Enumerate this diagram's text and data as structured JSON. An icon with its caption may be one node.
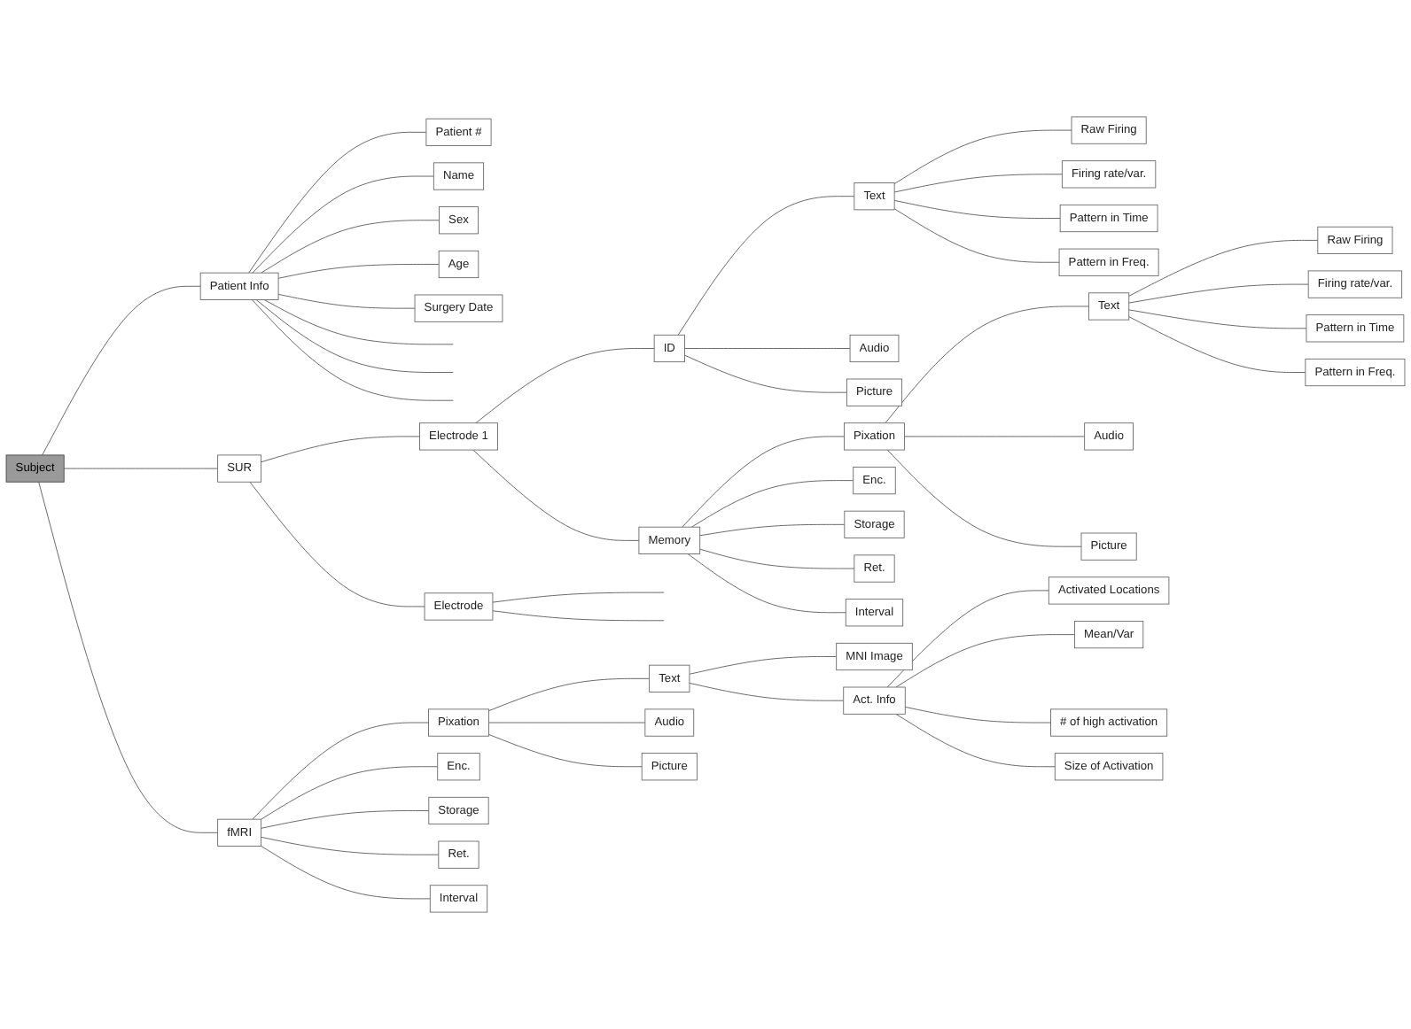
{
  "diagram": {
    "nodes": [
      {
        "text": [
          "Subject"
        ]
      },
      {
        "text": [
          "Patient Info"
        ]
      },
      {
        "text": [
          "SUR"
        ]
      },
      {
        "text": [
          "fMRI"
        ]
      },
      {
        "text": [
          "Patient #"
        ]
      },
      {
        "text": [
          "Name"
        ]
      },
      {
        "text": [
          "Sex"
        ]
      },
      {
        "text": [
          "Age"
        ]
      },
      {
        "text": [
          "Surgery Date"
        ]
      },
      {
        "text": [
          "Electrode 1"
        ]
      },
      {
        "text": [
          "ID"
        ]
      },
      {
        "text": [
          "Text"
        ]
      },
      {
        "text": [
          "Audio"
        ]
      },
      {
        "text": [
          "Picture"
        ]
      },
      {
        "text": [
          "Raw Firing"
        ]
      },
      {
        "text": [
          "Firing rate/var."
        ]
      },
      {
        "text": [
          "Pattern in Time"
        ]
      },
      {
        "text": [
          "Pattern in Freq."
        ]
      },
      {
        "text": [
          "Memory"
        ]
      },
      {
        "text": [
          "Pixation"
        ]
      },
      {
        "text": [
          "Enc."
        ]
      },
      {
        "text": [
          "Storage"
        ]
      },
      {
        "text": [
          "Ret."
        ]
      },
      {
        "text": [
          "Interval"
        ]
      },
      {
        "text": [
          "Text"
        ]
      },
      {
        "text": [
          "Audio"
        ]
      },
      {
        "text": [
          "Picture"
        ]
      },
      {
        "text": [
          "Raw Firing"
        ]
      },
      {
        "text": [
          "Firing rate/var."
        ]
      },
      {
        "text": [
          "Pattern in Time"
        ]
      },
      {
        "text": [
          "Pattern in Freq."
        ]
      },
      {
        "text": [
          "Electrode"
        ]
      },
      {
        "text": [
          "Pixation"
        ]
      },
      {
        "text": [
          "Enc."
        ]
      },
      {
        "text": [
          "Storage"
        ]
      },
      {
        "text": [
          "Ret."
        ]
      },
      {
        "text": [
          "Interval"
        ]
      },
      {
        "text": [
          "Text"
        ]
      },
      {
        "text": [
          "Audio"
        ]
      },
      {
        "text": [
          "Picture"
        ]
      },
      {
        "text": [
          "MNI Image"
        ]
      },
      {
        "text": [
          "Act. Info"
        ]
      },
      {
        "text": [
          "Activated Locations"
        ]
      },
      {
        "text": [
          "Mean/Var"
        ]
      },
      {
        "text": [
          "# of high activation"
        ]
      },
      {
        "text": [
          "Size of Activation"
        ]
      }
    ],
    "edges": [
      {
        "from": 0,
        "to": 1,
        "arrow": "none"
      },
      {
        "from": 0,
        "to": 2,
        "arrow": "none"
      },
      {
        "from": 0,
        "to": 3,
        "arrow": "none"
      },
      {
        "from": 1,
        "to": 4,
        "arrow": "none"
      },
      {
        "from": 1,
        "to": 5,
        "arrow": "none"
      },
      {
        "from": 1,
        "to": 6,
        "arrow": "none"
      },
      {
        "from": 1,
        "to": 7,
        "arrow": "none"
      },
      {
        "from": 1,
        "to": 8,
        "arrow": "none"
      },
      {
        "from": 1,
        "to": null,
        "arrow": "none"
      },
      {
        "from": 1,
        "to": null,
        "arrow": "none"
      },
      {
        "from": 1,
        "to": null,
        "arrow": "none"
      },
      {
        "from": 2,
        "to": 9,
        "arrow": "none"
      },
      {
        "from": 2,
        "to": 31,
        "arrow": "none"
      },
      {
        "from": 9,
        "to": 10,
        "arrow": "none"
      },
      {
        "from": 9,
        "to": 18,
        "arrow": "none"
      },
      {
        "from": 10,
        "to": 11,
        "arrow": "none"
      },
      {
        "from": 10,
        "to": 12,
        "arrow": "none"
      },
      {
        "from": 10,
        "to": 13,
        "arrow": "none"
      },
      {
        "from": 11,
        "to": 14,
        "arrow": "none"
      },
      {
        "from": 11,
        "to": 15,
        "arrow": "none"
      },
      {
        "from": 11,
        "to": 16,
        "arrow": "none"
      },
      {
        "from": 11,
        "to": 17,
        "arrow": "none"
      },
      {
        "from": 18,
        "to": 19,
        "arrow": "none"
      },
      {
        "from": 18,
        "to": 20,
        "arrow": "none"
      },
      {
        "from": 18,
        "to": 21,
        "arrow": "none"
      },
      {
        "from": 18,
        "to": 22,
        "arrow": "none"
      },
      {
        "from": 18,
        "to": 23,
        "arrow": "none"
      },
      {
        "from": 19,
        "to": 24,
        "arrow": "none"
      },
      {
        "from": 19,
        "to": 25,
        "arrow": "none"
      },
      {
        "from": 19,
        "to": 26,
        "arrow": "none"
      },
      {
        "from": 24,
        "to": 27,
        "arrow": "none"
      },
      {
        "from": 24,
        "to": 28,
        "arrow": "none"
      },
      {
        "from": 24,
        "to": 29,
        "arrow": "none"
      },
      {
        "from": 24,
        "to": 30,
        "arrow": "none"
      },
      {
        "from": 31,
        "to": null,
        "arrow": "none"
      },
      {
        "from": 31,
        "to": null,
        "arrow": "none"
      },
      {
        "from": 3,
        "to": 32,
        "arrow": "none"
      },
      {
        "from": 3,
        "to": 33,
        "arrow": "none"
      },
      {
        "from": 3,
        "to": 34,
        "arrow": "none"
      },
      {
        "from": 3,
        "to": 35,
        "arrow": "none"
      },
      {
        "from": 3,
        "to": 36,
        "arrow": "none"
      },
      {
        "from": 32,
        "to": 37,
        "arrow": "none"
      },
      {
        "from": 32,
        "to": 38,
        "arrow": "none"
      },
      {
        "from": 32,
        "to": 39,
        "arrow": "none"
      },
      {
        "from": 37,
        "to": 40,
        "arrow": "none"
      },
      {
        "from": 37,
        "to": 41,
        "arrow": "none"
      },
      {
        "from": 41,
        "to": 42,
        "arrow": "none"
      },
      {
        "from": 41,
        "to": 43,
        "arrow": "none"
      },
      {
        "from": 41,
        "to": 44,
        "arrow": "none"
      },
      {
        "from": 41,
        "to": 45,
        "arrow": "none"
      }
    ]
  }
}
